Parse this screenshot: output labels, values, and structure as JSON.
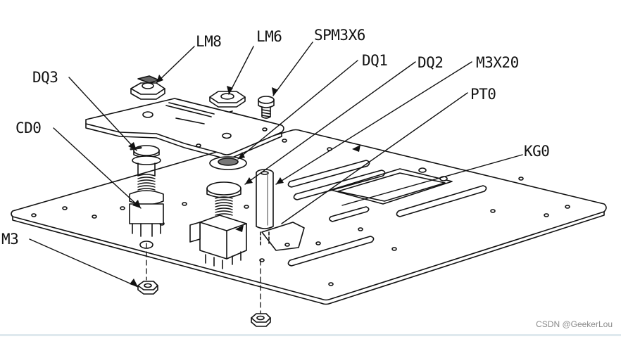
{
  "labels": {
    "lm8": "LM8",
    "lm6": "LM6",
    "spm3x6": "SPM3X6",
    "dq1": "DQ1",
    "dq2": "DQ2",
    "m3x20": "M3X20",
    "pt0": "PT0",
    "dq3": "DQ3",
    "cd0": "CD0",
    "kg0": "KG0",
    "m3": "M3"
  },
  "watermark": "CSDN @GeekerLou",
  "colors": {
    "line": "#111111",
    "paper": "#ffffff",
    "shade": "#555555",
    "watermark": "#8a8a8a"
  }
}
